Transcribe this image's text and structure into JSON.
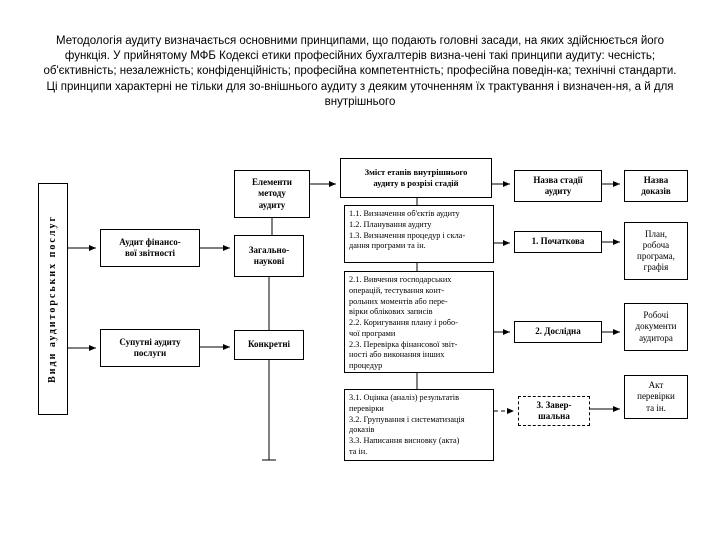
{
  "intro": {
    "text": "Методологія аудиту визначається основними принципами, що подають головні засади, на яких здійснюється його функція. У прийнятому МФБ Кодексі етики професійних бухгалтерів визна-чені такі принципи аудиту: чесність; об'єктивність; незалежність; конфіденційність; професійна компетентність; професійна поведін-ка; технічні стандарти. Ці принципи характерні не тільки для зо-внішнього аудиту з деяким уточненням їх трактування і визначен-ня, а й для внутрішнього"
  },
  "diagram": {
    "services_axis": "Види аудиторських послуг",
    "service1": "Аудит фінансо-\nвої звітності",
    "service2": "Супутні аудиту\nпослуги",
    "method_header": "Елементи\nметоду\nаудиту",
    "method1": "Загально-\nнаукові",
    "method2": "Конкретні",
    "stages_header": "Зміст етапів внутрішнього\nаудиту в розрізі стадій",
    "stage1_items": "1.1. Визначення об'єктів аудиту\n1.2. Планування аудиту\n1.3. Визначення процедур і скла-\nдання програми та ін.",
    "stage2_items": "2.1. Вивчення господарських\nоперацій, тестування конт-\nрольних моментів або пере-\nвірки облікових записів\n2.2. Коригування плану і робо-\nчої програми\n2.3. Перевірка фінансової звіт-\nності або виконання інших\nпроцедур",
    "stage3_items": "3.1. Оцінка (аналіз) результатів\nперевірки\n3.2. Групування і систематизація\nдоказів\n3.3. Написання висновку (акта)\nта ін.",
    "stage_name_header": "Назва стадії\nаудиту",
    "stage1_name": "1. Початкова",
    "stage2_name": "2. Дослідна",
    "stage3_name": "3. Завер-\nшальна",
    "evidence_header": "Назва\nдоказів",
    "evidence1": "План,\nробоча\nпрограма,\nграфія",
    "evidence2": "Робочі\nдокументи\nаудитора",
    "evidence3": "Акт\nперевірки\nта ін."
  }
}
